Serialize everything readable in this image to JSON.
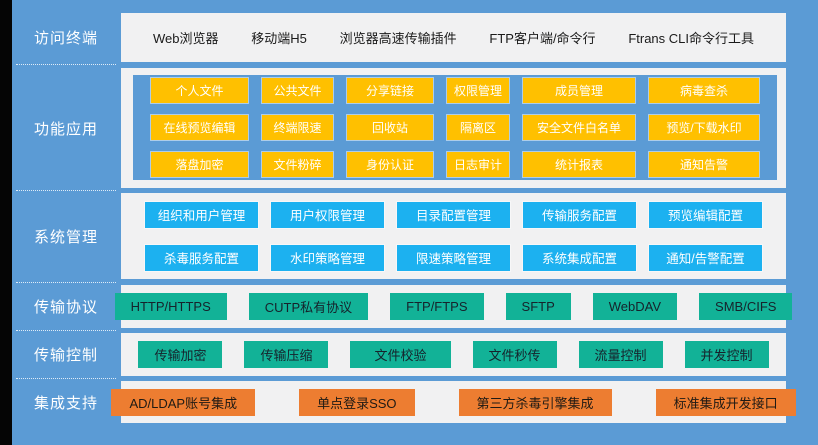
{
  "colors": {
    "background": "#5b9bd5",
    "edge_strip": "#050505",
    "panel": "#f1f1f2",
    "feature_panel": "#5b9bd5",
    "amber_button": "#ffc000",
    "cyan_button": "#1cb1f0",
    "teal_button": "#12b297",
    "orange_button": "#ed7d31"
  },
  "terminals": {
    "label": "访问终端",
    "items": [
      "Web浏览器",
      "移动端H5",
      "浏览器高速传输插件",
      "FTP客户端/命令行",
      "Ftrans CLI命令行工具"
    ]
  },
  "features": {
    "label": "功能应用",
    "buttons": [
      "个人文件",
      "公共文件",
      "分享链接",
      "权限管理",
      "成员管理",
      "病毒查杀",
      "在线预览编辑",
      "终端限速",
      "回收站",
      "隔离区",
      "安全文件白名单",
      "预览/下载水印",
      "落盘加密",
      "文件粉碎",
      "身份认证",
      "日志审计",
      "统计报表",
      "通知告警"
    ]
  },
  "admin": {
    "label": "系统管理",
    "buttons": [
      "组织和用户管理",
      "用户权限管理",
      "目录配置管理",
      "传输服务配置",
      "预览编辑配置",
      "杀毒服务配置",
      "水印策略管理",
      "限速策略管理",
      "系统集成配置",
      "通知/告警配置"
    ]
  },
  "protocols": {
    "label": "传输协议",
    "buttons": [
      "HTTP/HTTPS",
      "CUTP私有协议",
      "FTP/FTPS",
      "SFTP",
      "WebDAV",
      "SMB/CIFS"
    ]
  },
  "controls": {
    "label": "传输控制",
    "buttons": [
      "传输加密",
      "传输压缩",
      "文件校验",
      "文件秒传",
      "流量控制",
      "并发控制"
    ]
  },
  "integrations": {
    "label": "集成支持",
    "buttons": [
      "AD/LDAP账号集成",
      "单点登录SSO",
      "第三方杀毒引擎集成",
      "标准集成开发接口"
    ]
  }
}
